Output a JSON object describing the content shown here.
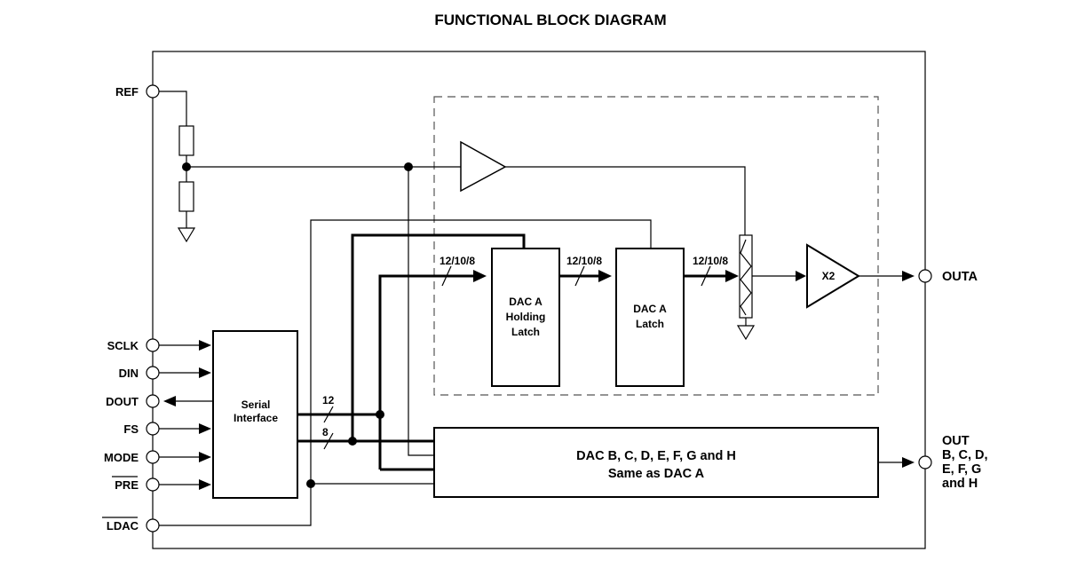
{
  "title": "FUNCTIONAL BLOCK DIAGRAM",
  "pins": {
    "ref": "REF",
    "sclk": "SCLK",
    "din": "DIN",
    "dout": "DOUT",
    "fs": "FS",
    "mode": "MODE",
    "pre": "PRE",
    "ldac": "LDAC",
    "outa": "OUTA",
    "out_bh": [
      "OUT",
      "B, C, D,",
      "E, F, G",
      "and H"
    ]
  },
  "blocks": {
    "serial": [
      "Serial",
      "Interface"
    ],
    "holding": [
      "DAC A",
      "Holding",
      "Latch"
    ],
    "latch": [
      "DAC A",
      "Latch"
    ],
    "dacs": [
      "DAC B, C, D, E, F, G and H",
      "Same as DAC A"
    ],
    "x2": "X2"
  },
  "bus": {
    "width_a": "12/10/8",
    "width_12": "12",
    "width_8": "8"
  }
}
